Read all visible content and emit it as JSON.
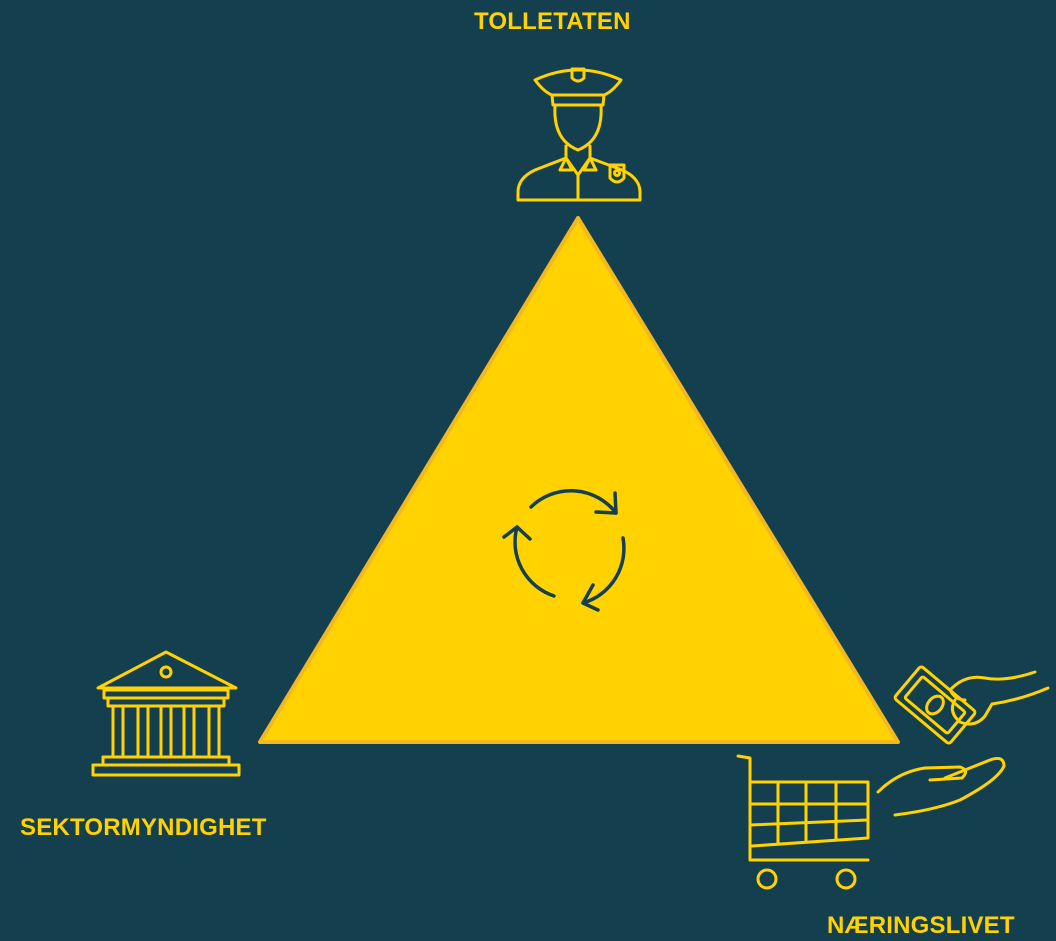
{
  "colors": {
    "background": "#143f4f",
    "accent": "#ffd200",
    "triangle_fill": "#ffd200",
    "triangle_stroke": "#f2b81f",
    "cycle_icon": "#143f4f"
  },
  "nodes": {
    "top": {
      "label": "TOLLETATEN",
      "icon": "customs-officer-icon"
    },
    "left": {
      "label": "SEKTORMYNDIGHET",
      "icon": "government-building-icon"
    },
    "right": {
      "label": "NÆRINGSLIVET",
      "icon": "commerce-trade-icon"
    }
  },
  "center": {
    "icon": "cycle-arrows-icon"
  }
}
